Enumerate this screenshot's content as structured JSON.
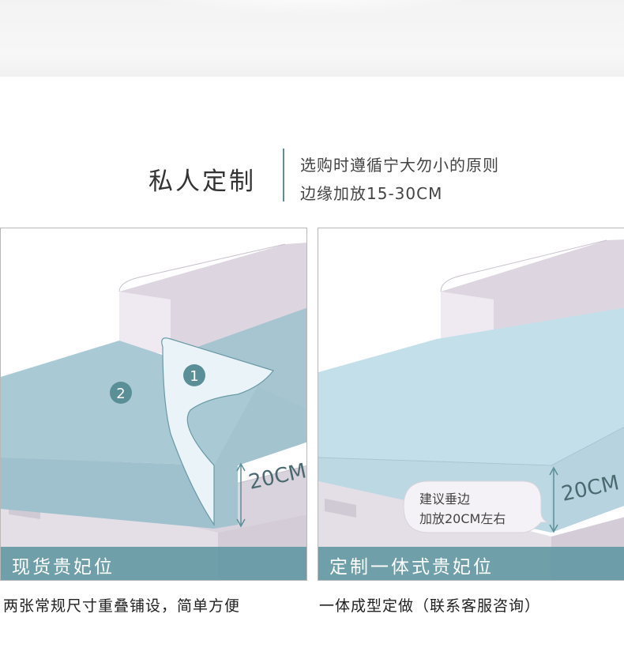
{
  "header": {
    "title": "私人定制",
    "subtitle_line1": "选购时遵循宁大勿小的原则",
    "subtitle_line2": "边缘加放15-30CM"
  },
  "panels": [
    {
      "label": "现货贵妃位",
      "caption": "两张常规尺寸重叠铺设，简单方便",
      "markers": [
        "1",
        "2"
      ],
      "dimension": "20CM"
    },
    {
      "label": "定制一体式贵妃位",
      "caption": "一体成型定做（联系客服咨询）",
      "dimension": "20CM",
      "bubble_line1": "建议垂边",
      "bubble_line2": "加放20CM左右"
    }
  ],
  "colors": {
    "accent": "#5f96a0",
    "cushion": "#a9c9d5",
    "cushion_light": "#c3dfe9",
    "sofa": "#ddd7e1",
    "marker": "#5a8f98"
  }
}
